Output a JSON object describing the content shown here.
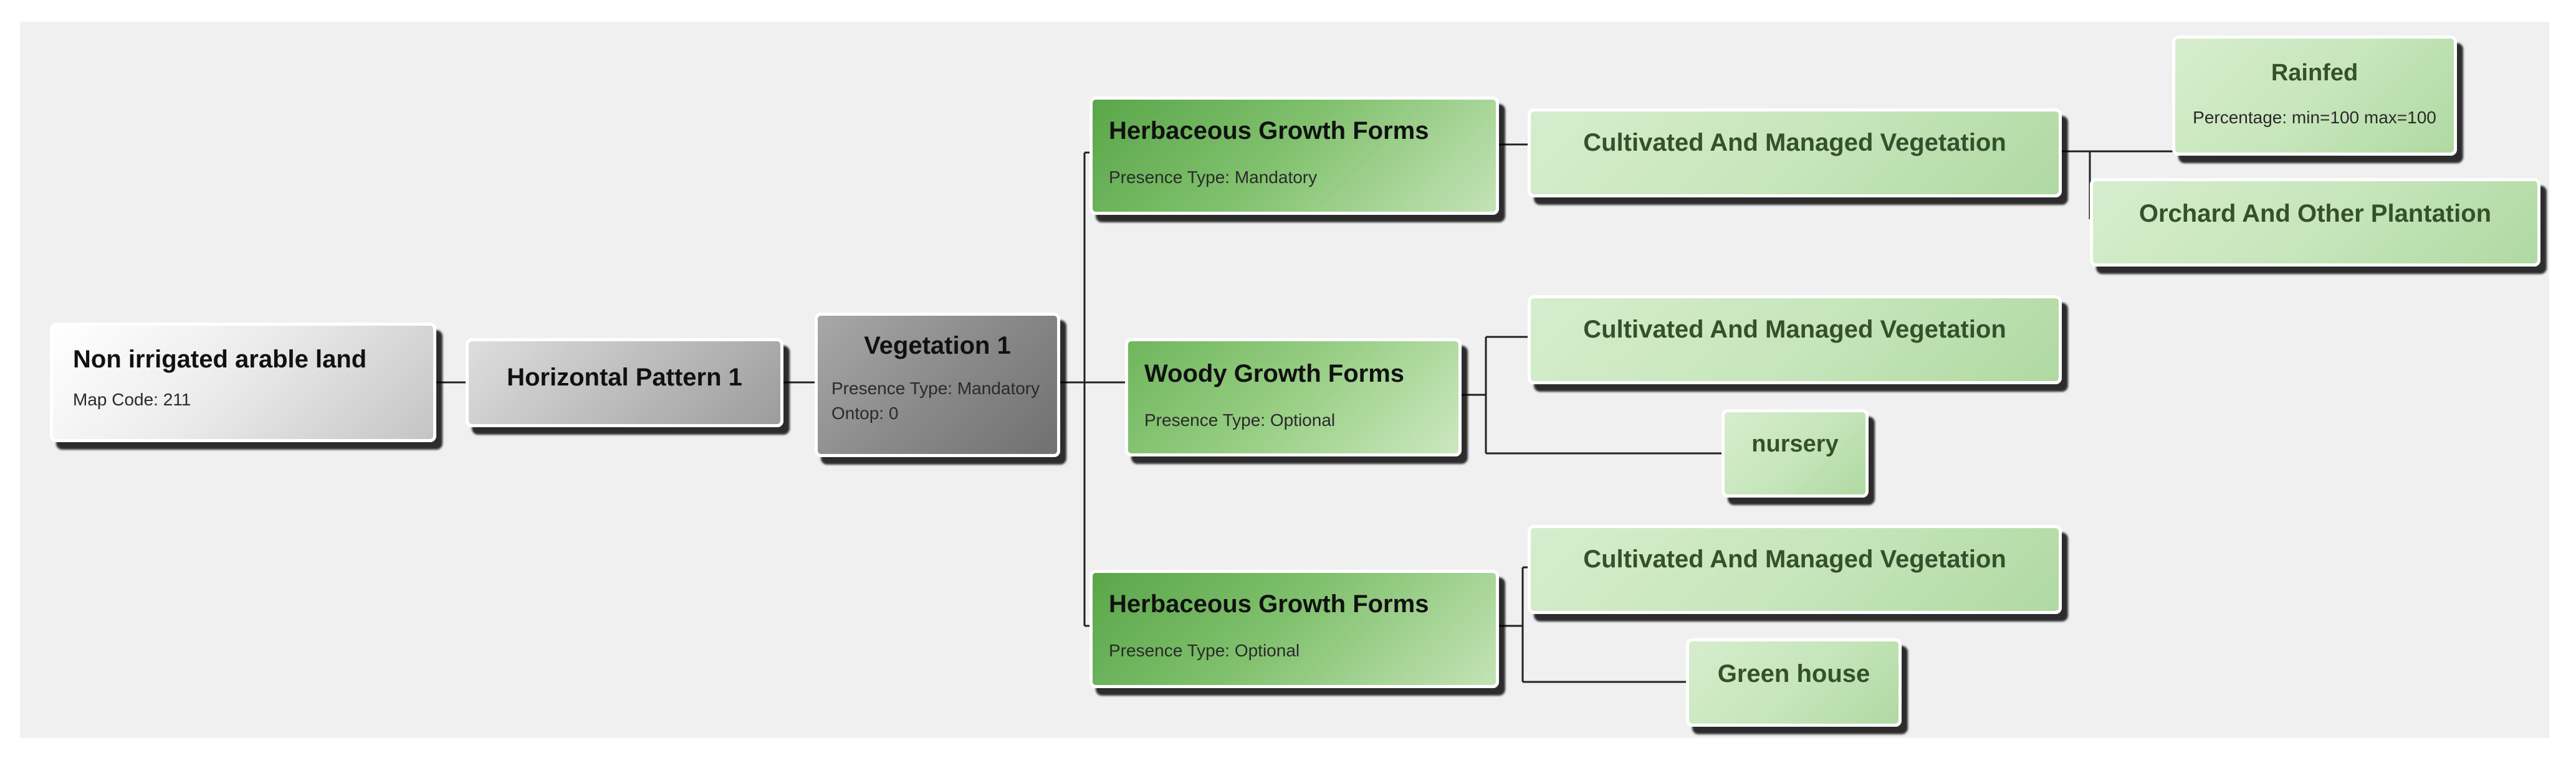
{
  "diagram": {
    "nodes": {
      "root": {
        "title": "Non irrigated arable land",
        "details": [
          "Map Code: 211"
        ]
      },
      "horizontal_pattern": {
        "title": "Horizontal Pattern 1",
        "details": []
      },
      "vegetation": {
        "title": "Vegetation 1",
        "details": [
          "Presence Type: Mandatory",
          "Ontop: 0"
        ]
      },
      "herbaceous_1": {
        "title": "Herbaceous Growth Forms",
        "details": [
          "Presence Type: Mandatory"
        ]
      },
      "woody": {
        "title": "Woody Growth Forms",
        "details": [
          "Presence Type: Optional"
        ]
      },
      "herbaceous_2": {
        "title": "Herbaceous Growth Forms",
        "details": [
          "Presence Type: Optional"
        ]
      },
      "cultivated_1": {
        "title": "Cultivated And Managed Vegetation",
        "details": []
      },
      "cultivated_2": {
        "title": "Cultivated And Managed Vegetation",
        "details": []
      },
      "cultivated_3": {
        "title": "Cultivated And Managed Vegetation",
        "details": []
      },
      "rainfed": {
        "title": "Rainfed",
        "details": [
          "Percentage: min=100 max=100"
        ]
      },
      "orchard": {
        "title": "Orchard And Other Plantation",
        "details": []
      },
      "nursery": {
        "title": "nursery",
        "details": []
      },
      "green_house": {
        "title": "Green house",
        "details": []
      }
    },
    "edges": [
      [
        "root",
        "horizontal_pattern"
      ],
      [
        "horizontal_pattern",
        "vegetation"
      ],
      [
        "vegetation",
        "herbaceous_1"
      ],
      [
        "vegetation",
        "woody"
      ],
      [
        "vegetation",
        "herbaceous_2"
      ],
      [
        "herbaceous_1",
        "cultivated_1"
      ],
      [
        "cultivated_1",
        "rainfed"
      ],
      [
        "cultivated_1",
        "orchard"
      ],
      [
        "woody",
        "cultivated_2"
      ],
      [
        "woody",
        "nursery"
      ],
      [
        "herbaceous_2",
        "cultivated_3"
      ],
      [
        "herbaceous_2",
        "green_house"
      ]
    ]
  }
}
